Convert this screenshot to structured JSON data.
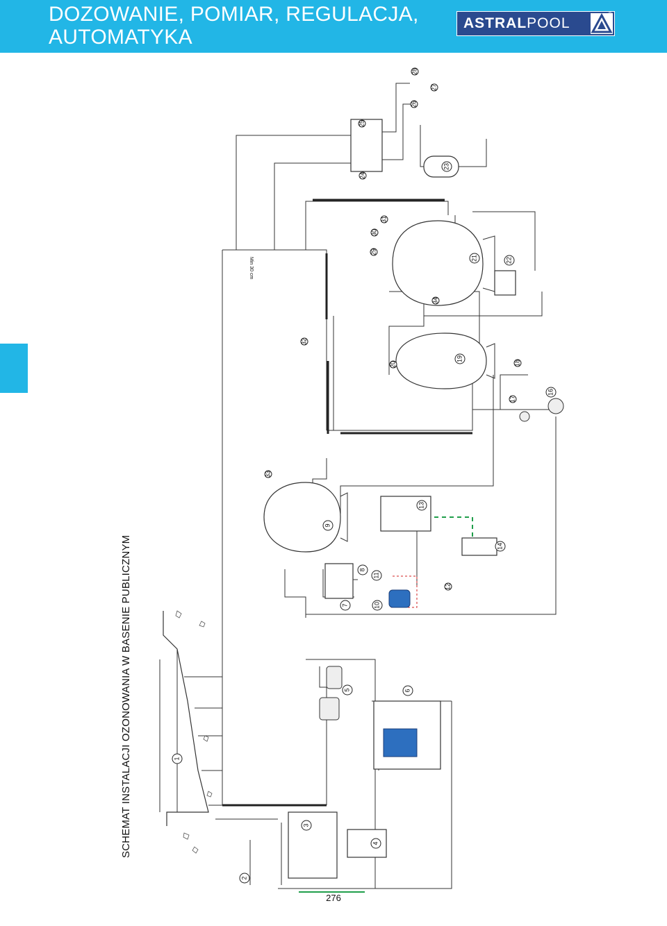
{
  "header": {
    "title_line1": "DOZOWANIE, POMIAR, REGULACJA,",
    "title_line2": "AUTOMATYKA",
    "logo_bold": "ASTRAL",
    "logo_thin": "POOL",
    "logo_reg": "®",
    "accent_color": "#22b6e6",
    "logo_color": "#2a4a8f"
  },
  "diagram": {
    "title": "SCHEMAT INSTALACJI OZONOWANIA W BASENIE PUBLICZNYM",
    "min_label": "Min 30 cm",
    "markers": [
      "1",
      "2",
      "3",
      "4",
      "5",
      "6",
      "7",
      "8",
      "9",
      "10",
      "11",
      "12",
      "13",
      "14",
      "16",
      "17",
      "18",
      "19",
      "20",
      "21",
      "22",
      "23",
      "24",
      "25",
      "26",
      "27",
      "28",
      "29",
      "30",
      "31",
      "32",
      "33",
      "34"
    ]
  },
  "page": {
    "number": "276"
  }
}
